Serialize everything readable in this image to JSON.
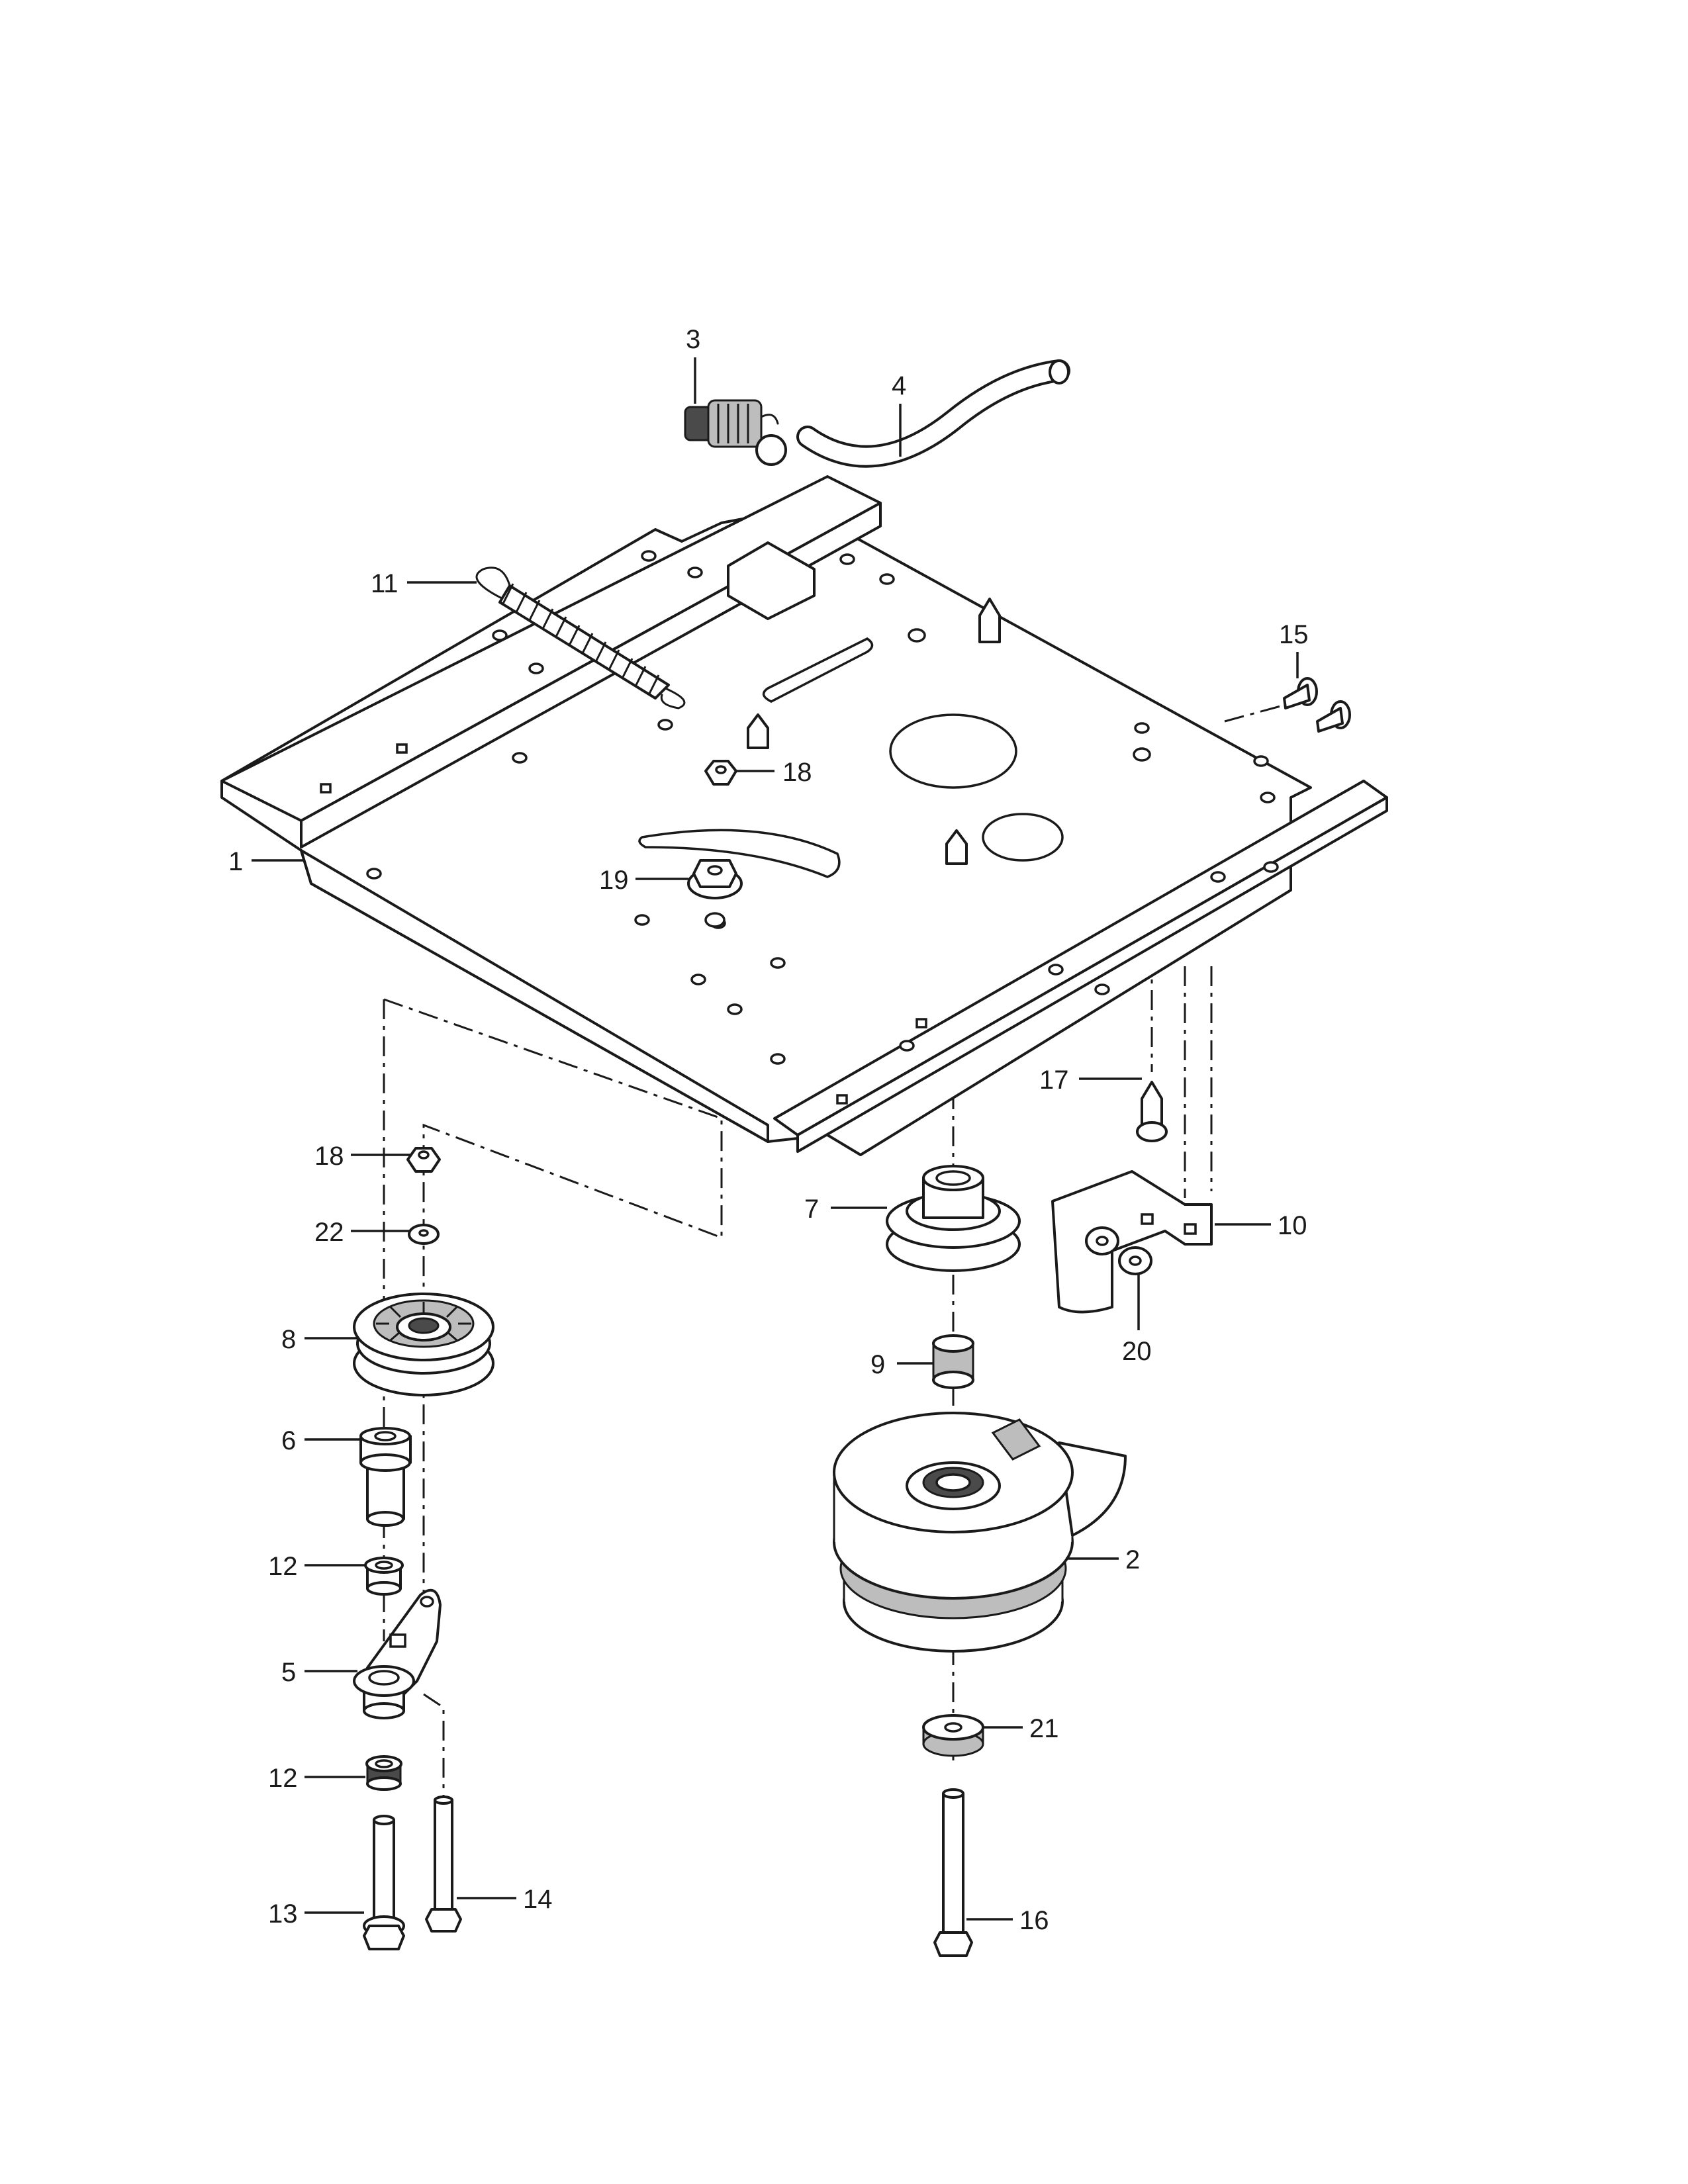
{
  "callouts": [
    {
      "id": "1",
      "text": "1"
    },
    {
      "id": "2",
      "text": "2"
    },
    {
      "id": "3",
      "text": "3"
    },
    {
      "id": "4",
      "text": "4"
    },
    {
      "id": "5",
      "text": "5"
    },
    {
      "id": "6",
      "text": "6"
    },
    {
      "id": "7",
      "text": "7"
    },
    {
      "id": "8",
      "text": "8"
    },
    {
      "id": "9",
      "text": "9"
    },
    {
      "id": "10",
      "text": "10"
    },
    {
      "id": "11",
      "text": "11"
    },
    {
      "id": "12a",
      "text": "12"
    },
    {
      "id": "12b",
      "text": "12"
    },
    {
      "id": "13",
      "text": "13"
    },
    {
      "id": "14",
      "text": "14"
    },
    {
      "id": "15",
      "text": "15"
    },
    {
      "id": "16",
      "text": "16"
    },
    {
      "id": "17",
      "text": "17"
    },
    {
      "id": "18a",
      "text": "18"
    },
    {
      "id": "18b",
      "text": "18"
    },
    {
      "id": "19",
      "text": "19"
    },
    {
      "id": "20",
      "text": "20"
    },
    {
      "id": "21",
      "text": "21"
    },
    {
      "id": "22",
      "text": "22"
    }
  ]
}
